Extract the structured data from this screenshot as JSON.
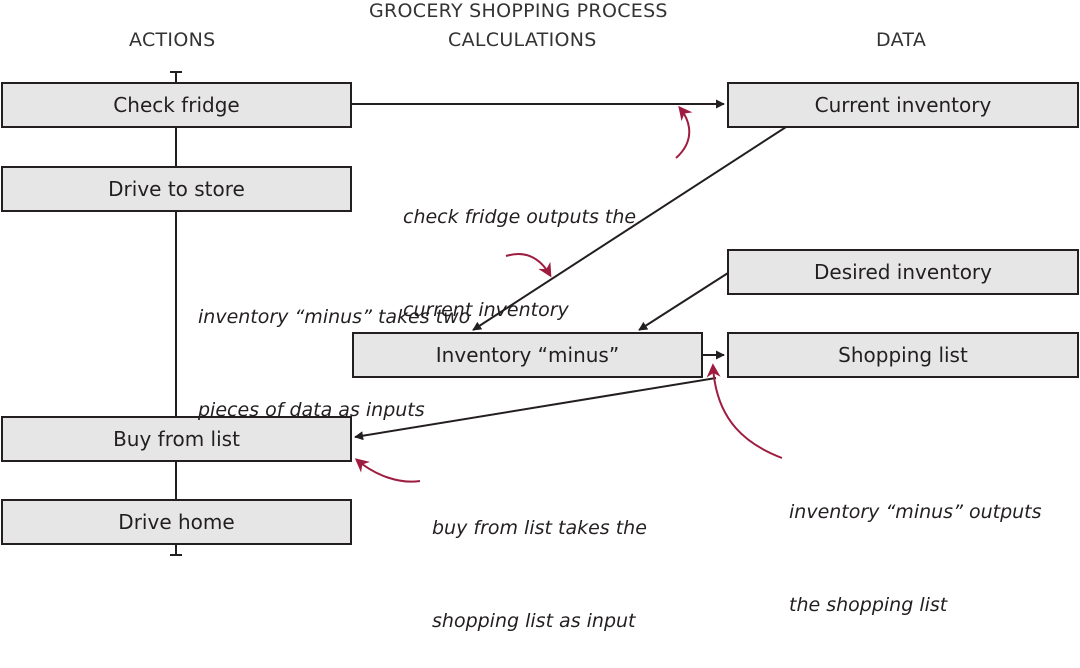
{
  "title": "GROCERY SHOPPING PROCESS",
  "columns": {
    "actions": "ACTIONS",
    "calculations": "CALCULATIONS",
    "data": "DATA"
  },
  "actions": {
    "check_fridge": "Check fridge",
    "drive_to_store": "Drive to store",
    "buy_from_list": "Buy from list",
    "drive_home": "Drive home"
  },
  "calculations": {
    "inventory_minus": "Inventory “minus”"
  },
  "data": {
    "current_inventory": "Current inventory",
    "desired_inventory": "Desired inventory",
    "shopping_list": "Shopping list"
  },
  "annotations": {
    "check_fridge_output": [
      "check fridge outputs the",
      "current inventory"
    ],
    "minus_inputs": [
      "inventory “minus” takes two",
      "pieces of data as inputs"
    ],
    "buy_from_list_input": [
      "buy from list takes the",
      "shopping list as input"
    ],
    "minus_output": [
      "inventory “minus” outputs",
      "the shopping list"
    ]
  },
  "colors": {
    "box_fill": "#e6e6e7",
    "line": "#231f20",
    "annotation_arrow": "#9e1c3f"
  }
}
